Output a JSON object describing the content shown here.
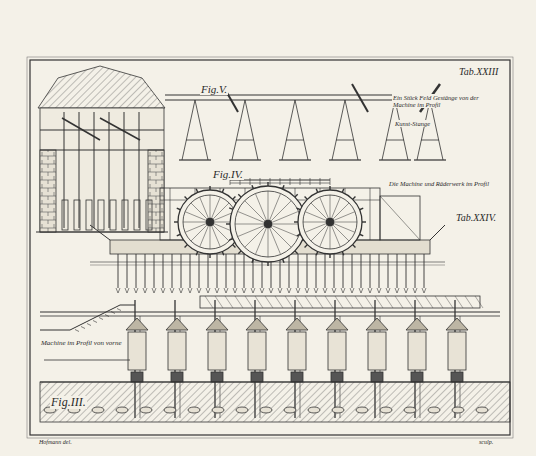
{
  "diagram": {
    "labels": [
      "Tab.XXIII",
      "Fig.V.",
      "Ein Stück Feld Gestänge von der Machine im Profil",
      "Kunst-Stange",
      "Fig.IV.",
      "Die Machine und Räderwerk im Profil",
      "Tab.XXIV.",
      "Machine im Profil von vorne",
      "Fig.III.",
      "Hofmann del.",
      "sculp."
    ]
  }
}
